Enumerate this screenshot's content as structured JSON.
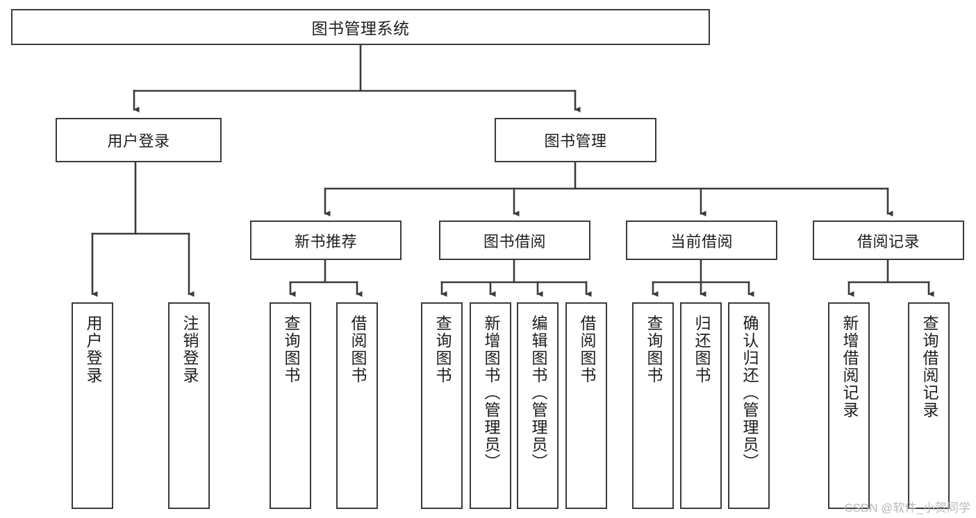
{
  "diagram": {
    "title": "图书管理系统",
    "type": "hierarchy-tree",
    "watermark": "CSDN @软件_小贺同学",
    "colors": {
      "stroke": "#3a3a3a",
      "fill": "#ffffff",
      "text": "#1d1d1d",
      "watermark": "#b9b9b9"
    },
    "nodes": {
      "root": {
        "label": "图书管理系统"
      },
      "level1": [
        {
          "id": "user-login",
          "label": "用户登录"
        },
        {
          "id": "book-manage",
          "label": "图书管理"
        }
      ],
      "level2": [
        {
          "id": "new-book-recommend",
          "label": "新书推荐"
        },
        {
          "id": "book-borrow",
          "label": "图书借阅"
        },
        {
          "id": "current-borrow",
          "label": "当前借阅"
        },
        {
          "id": "borrow-record",
          "label": "借阅记录"
        }
      ],
      "leaves": [
        {
          "id": "leaf-user-login",
          "label": "用户登录",
          "parent": "user-login"
        },
        {
          "id": "leaf-logout",
          "label": "注销登录",
          "parent": "user-login"
        },
        {
          "id": "leaf-query-book-1",
          "label": "查询图书",
          "parent": "new-book-recommend"
        },
        {
          "id": "leaf-borrow-book-1",
          "label": "借阅图书",
          "parent": "new-book-recommend"
        },
        {
          "id": "leaf-query-book-2",
          "label": "查询图书",
          "parent": "book-borrow"
        },
        {
          "id": "leaf-add-book",
          "label": "新增图书（管理员）",
          "parent": "book-borrow"
        },
        {
          "id": "leaf-edit-book",
          "label": "编辑图书（管理员）",
          "parent": "book-borrow"
        },
        {
          "id": "leaf-borrow-book-2",
          "label": "借阅图书",
          "parent": "book-borrow"
        },
        {
          "id": "leaf-query-book-3",
          "label": "查询图书",
          "parent": "current-borrow"
        },
        {
          "id": "leaf-return-book",
          "label": "归还图书",
          "parent": "current-borrow"
        },
        {
          "id": "leaf-confirm-return",
          "label": "确认归还（管理员）",
          "parent": "current-borrow"
        },
        {
          "id": "leaf-add-record",
          "label": "新增借阅记录",
          "parent": "borrow-record"
        },
        {
          "id": "leaf-query-record",
          "label": "查询借阅记录",
          "parent": "borrow-record"
        }
      ]
    }
  }
}
